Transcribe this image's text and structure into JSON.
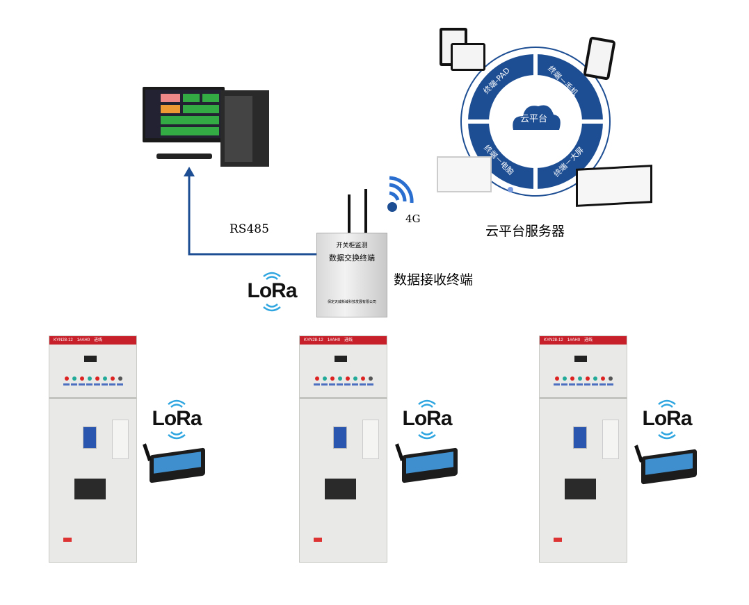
{
  "labels": {
    "rs485": "RS485",
    "g4": "4G",
    "cloud_server": "云平台服务器",
    "receiver": "数据接收终端"
  },
  "terminal_box": {
    "line1": "开关柜监测",
    "line2": "数据交换终端",
    "company": "保定天威新域科技发展有限公司"
  },
  "cloud": {
    "center": "云平台",
    "segments": [
      "终端-PAD",
      "终端－手机",
      "终端－大屏",
      "终端－电脑"
    ]
  },
  "lora_logo": "LoRa",
  "cabinets": [
    {
      "model": "KYN28-12",
      "code": "1#AH0",
      "name": "进线"
    },
    {
      "model": "KYN28-12",
      "code": "1#AH0",
      "name": "进线"
    },
    {
      "model": "KYN28-12",
      "code": "1#AH0",
      "name": "进线"
    }
  ],
  "colors": {
    "blue": "#1d4e93",
    "lora_blue": "#2fa6e0",
    "cabinet_red": "#c8202a"
  }
}
